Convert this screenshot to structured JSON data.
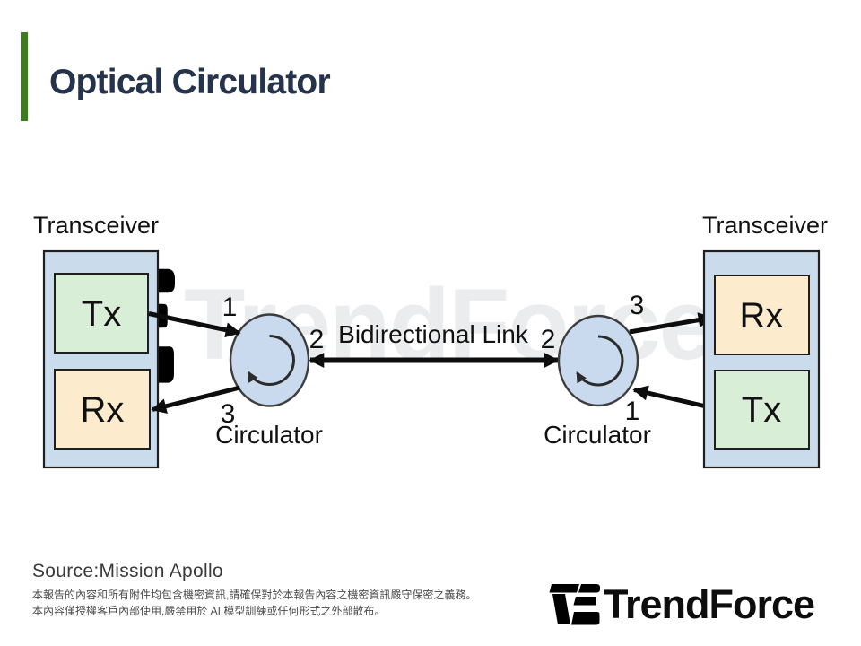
{
  "slide": {
    "title": "Optical Circulator"
  },
  "diagram": {
    "left": {
      "transceiver_label": "Transceiver",
      "top_box": "Tx",
      "bottom_box": "Rx",
      "circulator_label": "Circulator",
      "port1": "1",
      "port2": "2",
      "port3": "3"
    },
    "right": {
      "transceiver_label": "Transceiver",
      "top_box": "Rx",
      "bottom_box": "Tx",
      "circulator_label": "Circulator",
      "port1": "1",
      "port2": "2",
      "port3": "3"
    },
    "link_label": "Bidirectional Link"
  },
  "watermark": {
    "text": "TrendForce"
  },
  "footer": {
    "source": "Source:Mission Apollo",
    "disclaimer_line1": "本報告的內容和所有附件均包含機密資訊,請確保對於本報告內容之機密資訊嚴守保密之義務。",
    "disclaimer_line2": "本內容僅授權客戶內部使用,嚴禁用於 AI 模型訓練或任何形式之外部散布。",
    "logo_text": "TrendForce"
  },
  "colors": {
    "accent_green_bar": "#3e7c22",
    "title_navy": "#26334c",
    "transceiver_fill": "#cadbec",
    "tx_fill": "#d9eed6",
    "rx_fill": "#fcebcd",
    "circulator_fill": "#c9d9ee",
    "outline_dark": "#1f1f1f",
    "arrow_black": "#0d0d0d",
    "logo_green": "#74b727",
    "logo_black": "#161616"
  }
}
